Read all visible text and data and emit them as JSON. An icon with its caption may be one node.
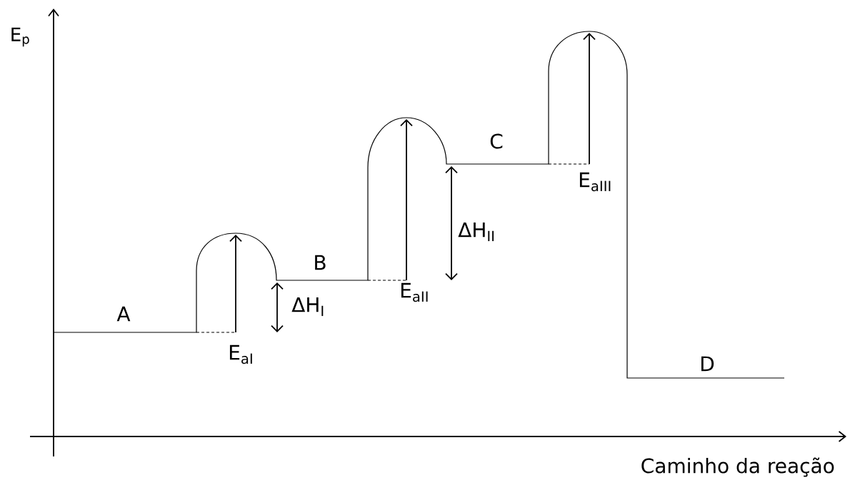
{
  "diagram": {
    "labels": [
      "E$_{p}$",
      "A",
      "B",
      "C",
      "D",
      "E$_{aI}$",
      "ΔH$_{I}$",
      "E$_{aII}$",
      "ΔH$_{II}$",
      "E$_{aIII}$",
      "Caminho da reação"
    ]
  }
}
